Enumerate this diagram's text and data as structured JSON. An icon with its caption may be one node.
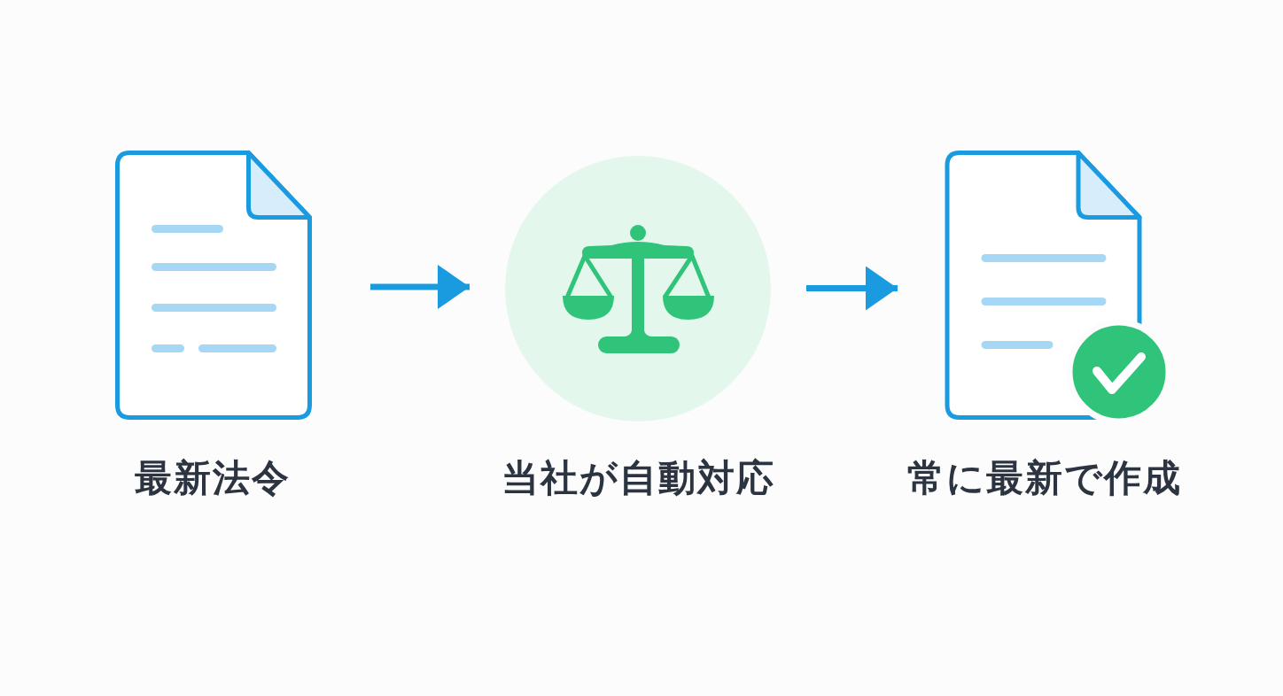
{
  "diagram": {
    "nodes": [
      {
        "text": [],
        "shape": "picture",
        "beside": [
          "最新法令"
        ]
      },
      {
        "text": [],
        "shape": "picture",
        "beside": [
          "当社が自動対応"
        ]
      },
      {
        "text": [],
        "shape": "picture",
        "beside": [
          "常に最新で作成"
        ]
      }
    ],
    "edges": [
      {
        "from": 0,
        "to": 1,
        "arrow": "to"
      },
      {
        "from": 1,
        "to": 2,
        "arrow": "to"
      }
    ]
  }
}
